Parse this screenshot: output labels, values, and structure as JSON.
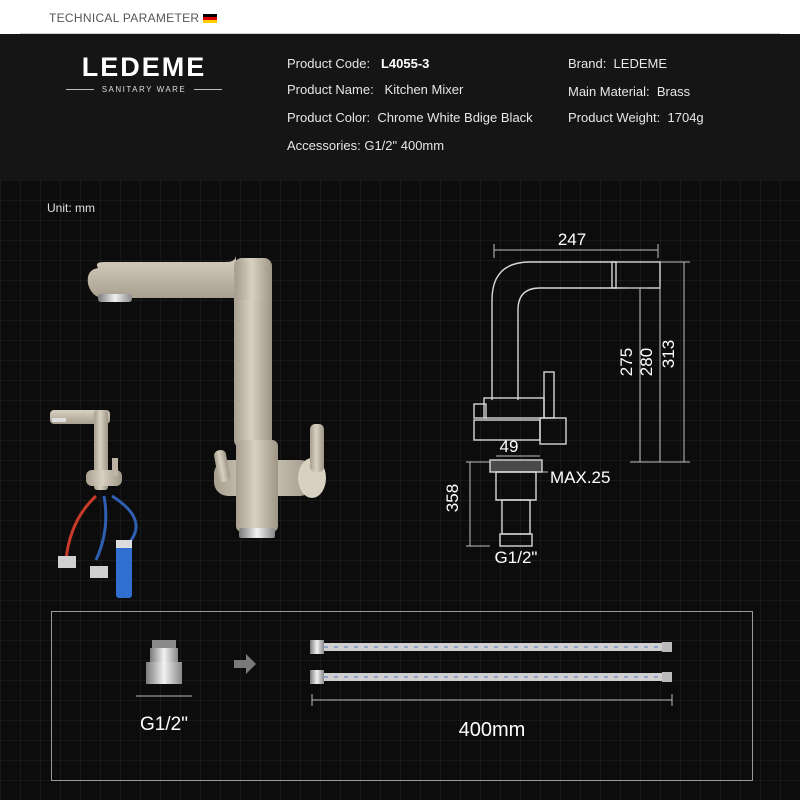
{
  "top_bar": {
    "title": "TECHNICAL PARAMETER"
  },
  "logo": {
    "name": "LEDEME",
    "tagline": "SANITARY WARE"
  },
  "specs": {
    "product_code_label": "Product Code:",
    "product_code_value": "L4055-3",
    "product_name_label": "Product Name:",
    "product_name_value": "Kitchen Mixer",
    "product_color_label": "Product Color:",
    "product_color_value": "Chrome  White Bdige Black",
    "accessories_label": "Accessories:",
    "accessories_value": "G1/2\"  400mm",
    "brand_label": "Brand:",
    "brand_value": "LEDEME",
    "material_label": "Main Material:",
    "material_value": "Brass",
    "weight_label": "Product Weight:",
    "weight_value": "1704g"
  },
  "unit_label": "Unit: mm",
  "dimensions": {
    "width": "247",
    "h1": "275",
    "h2": "280",
    "h3": "313",
    "base": "49",
    "max": "MAX.25",
    "shank": "358",
    "thread": "G1/2\""
  },
  "accessories": {
    "connector_label": "G1/2\"",
    "hose_length": "400mm"
  },
  "colors": {
    "header_bg": "#151515",
    "body_bg": "#0c0c0c",
    "faucet": "#cfc6b6",
    "line": "#bfbfbf"
  }
}
